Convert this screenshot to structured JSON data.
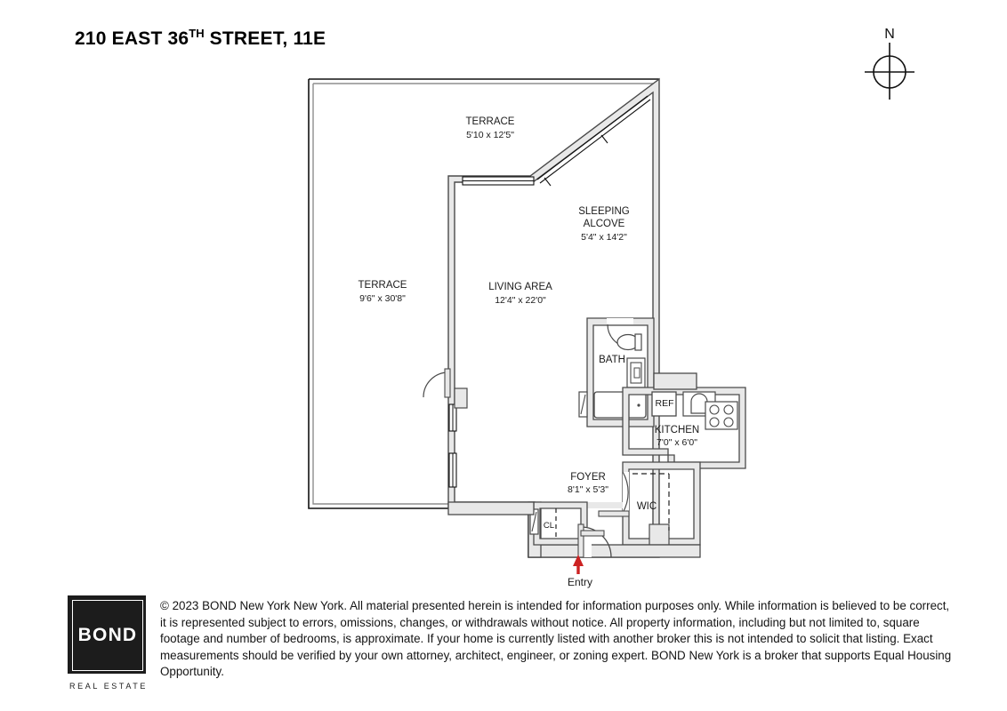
{
  "header": {
    "address_prefix": "210 EAST 36",
    "address_ordinal": "TH",
    "address_suffix": " STREET, 11E"
  },
  "compass": {
    "north_label": "N",
    "icon": "compass-rose-icon"
  },
  "floorplan": {
    "rooms": [
      {
        "id": "terrace-north",
        "name": "TERRACE",
        "dimensions": "5'10 x 12'5\""
      },
      {
        "id": "terrace-west",
        "name": "TERRACE",
        "dimensions": "9'6\" x 30'8\""
      },
      {
        "id": "living-area",
        "name": "LIVING AREA",
        "dimensions": "12'4\" x 22'0\""
      },
      {
        "id": "sleeping",
        "name_line1": "SLEEPING",
        "name_line2": "ALCOVE",
        "dimensions": "5'4\" x 14'2\""
      },
      {
        "id": "bath",
        "name": "BATH",
        "dimensions": ""
      },
      {
        "id": "kitchen",
        "name": "KITCHEN",
        "dimensions": "7'0\" x 6'0\""
      },
      {
        "id": "foyer",
        "name": "FOYER",
        "dimensions": "8'1\" x 5'3\""
      },
      {
        "id": "wic",
        "name": "WIC",
        "dimensions": ""
      },
      {
        "id": "closet",
        "name": "CL",
        "dimensions": ""
      }
    ],
    "appliances": [
      {
        "id": "refrigerator",
        "label": "REF"
      }
    ],
    "entry": {
      "label": "Entry",
      "arrow_color": "#cc2222"
    },
    "colors": {
      "wall_fill": "#e6e6e6",
      "wall_stroke": "#4d4d4d",
      "outline": "#1a1a1a",
      "fixture_stroke": "#4d4d4d",
      "label_text": "#1a1a1a"
    }
  },
  "footer": {
    "logo": {
      "wordmark": "BOND",
      "subtitle": "REAL ESTATE"
    },
    "disclaimer": "© 2023 BOND New York New York. All material presented herein is intended for information purposes only. While information is believed to be correct, it is represented subject to errors, omissions, changes, or withdrawals without notice. All property information, including but not limited to, square footage and number of bedrooms, is approximate. If your home is currently listed with another broker this is not intended to solicit that listing. Exact measurements should be verified by your own attorney, architect, engineer, or zoning expert. BOND New York is a broker that supports Equal Housing Opportunity."
  }
}
